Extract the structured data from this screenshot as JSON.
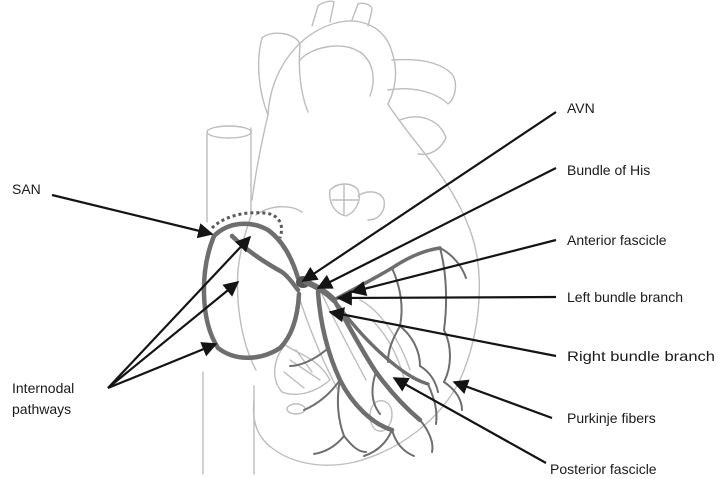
{
  "labels": {
    "san": "SAN",
    "internodal_line1": "Internodal",
    "internodal_line2": "pathways",
    "avn": "AVN",
    "bundle_of_his": "Bundle of His",
    "anterior_fascicle": "Anterior fascicle",
    "left_bundle_branch": "Left bundle branch",
    "right_bundle_branch": "Right bundle branch",
    "purkinje_fibers": "Purkinje fibers",
    "posterior_fascicle": "Posterior fascicle"
  },
  "colors": {
    "outline": "#bdbdbd",
    "conduction_pathway": "#6e6e6e",
    "arrow": "#141414",
    "text": "#1a1a1a"
  }
}
